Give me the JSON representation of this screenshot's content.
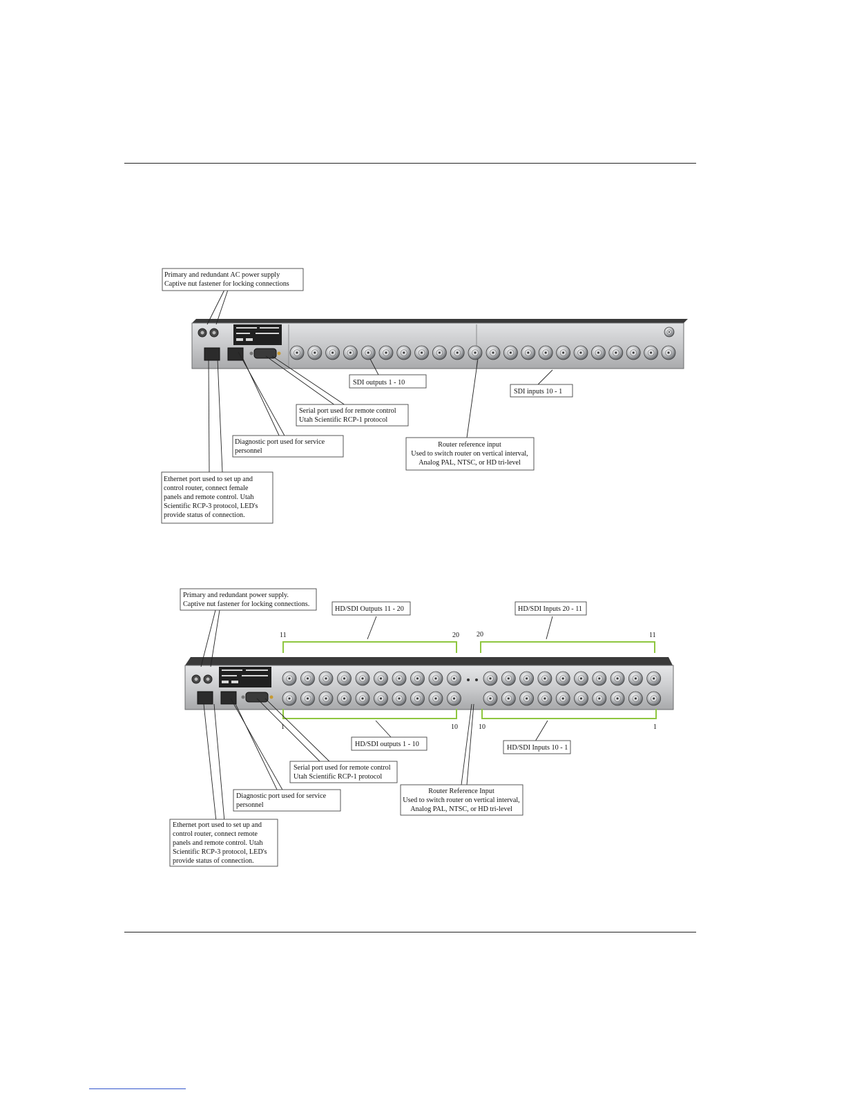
{
  "colors": {
    "rule": "#222222",
    "bracket": "#8ec63f",
    "panel": "#c8c9cb",
    "footer_link": "#3355cc"
  },
  "figure1": {
    "callouts": {
      "power": [
        "Primary and redundant AC power supply",
        "Captive nut fastener for locking connections"
      ],
      "sdi_outputs": [
        "SDI outputs 1 - 10"
      ],
      "sdi_inputs": [
        "SDI inputs 10 - 1"
      ],
      "serial": [
        "Serial port used for remote control",
        "Utah Scientific RCP-1 protocol"
      ],
      "diagnostic": [
        "Diagnostic port used for service",
        "personnel"
      ],
      "reference": [
        "Router reference input",
        "Used to switch router on vertical interval,",
        "Analog PAL, NTSC, or HD tri-level"
      ],
      "ethernet": [
        "Ethernet port used to set up and",
        "control router, connect female",
        "panels and remote control. Utah",
        "Scientific RCP-3 protocol, LED's",
        "provide status of connection."
      ]
    }
  },
  "figure2": {
    "callouts": {
      "power": [
        "Primary and redundant power supply.",
        "Captive nut fastener for locking connections."
      ],
      "outputs_upper": [
        "HD/SDI Outputs 11 - 20"
      ],
      "inputs_upper": [
        "HD/SDI Inputs 20 - 11"
      ],
      "outputs_lower": [
        "HD/SDI outputs 1 - 10"
      ],
      "inputs_lower": [
        "HD/SDI Inputs 10 - 1"
      ],
      "serial": [
        "Serial port used for remote control",
        "Utah Scientific RCP-1 protocol"
      ],
      "diagnostic": [
        "Diagnostic port used for service",
        "personnel"
      ],
      "reference": [
        "Router Reference Input",
        "Used to switch router on vertical interval,",
        "Analog PAL, NTSC, or HD tri-level"
      ],
      "ethernet": [
        "Ethernet port used to set up and",
        "control router, connect remote",
        "panels and remote control. Utah",
        "Scientific RCP-3 protocol, LED's",
        "provide status of connection."
      ]
    },
    "numbers": {
      "top_out_left": "11",
      "top_out_right": "20",
      "top_in_left": "20",
      "top_in_right": "11",
      "bot_out_left": "1",
      "bot_out_right": "10",
      "bot_in_left": "10",
      "bot_in_right": "1"
    }
  }
}
